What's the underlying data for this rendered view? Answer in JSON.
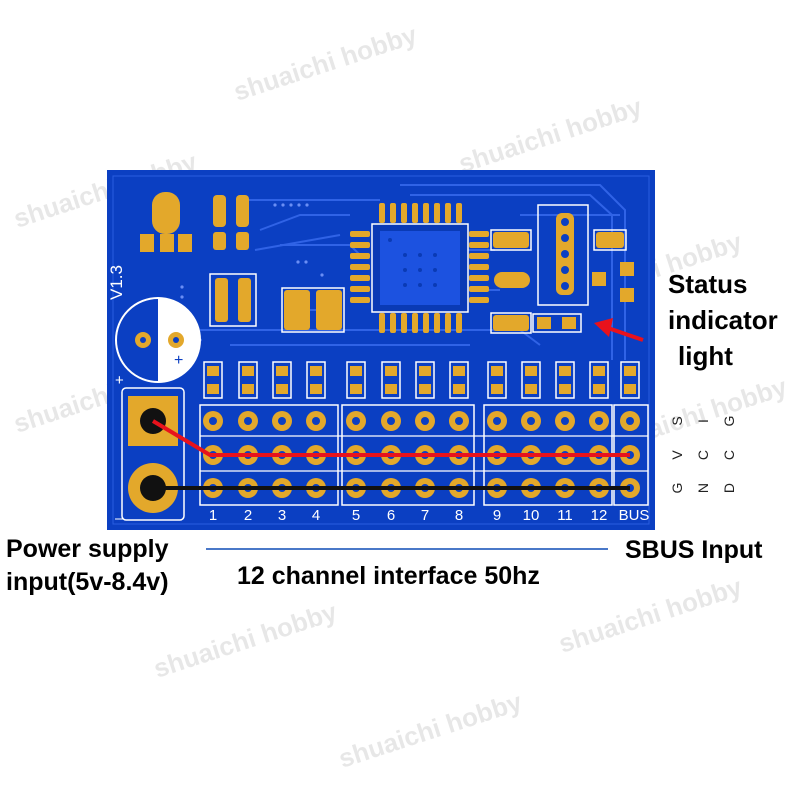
{
  "watermark": "shuaichi hobby",
  "board": {
    "version": "V1.3",
    "plus": "+",
    "minus": "–",
    "channel_numbers": [
      "1",
      "2",
      "3",
      "4",
      "5",
      "6",
      "7",
      "8",
      "9",
      "10",
      "11",
      "12"
    ],
    "bus_label": "BUS",
    "side_pins_left": [
      "G",
      "V",
      "S"
    ],
    "side_pins_mid": [
      "N",
      "C",
      "I"
    ],
    "side_pins_right": [
      "D",
      "C",
      "G"
    ]
  },
  "annotations": {
    "status_line1": "Status",
    "status_line2": "indicator",
    "status_line3": "light",
    "power_line1": "Power supply",
    "power_line2": "input(5v-8.4v)",
    "interface": "12 channel interface 50hz",
    "sbus": "SBUS Input"
  },
  "colors": {
    "board": "#0b3fc2",
    "pad": "#e3a82b",
    "signal_wire": "#e8121c",
    "ground_wire": "#111111",
    "arrow": "#e8121c",
    "divider": "#4a78c8"
  }
}
